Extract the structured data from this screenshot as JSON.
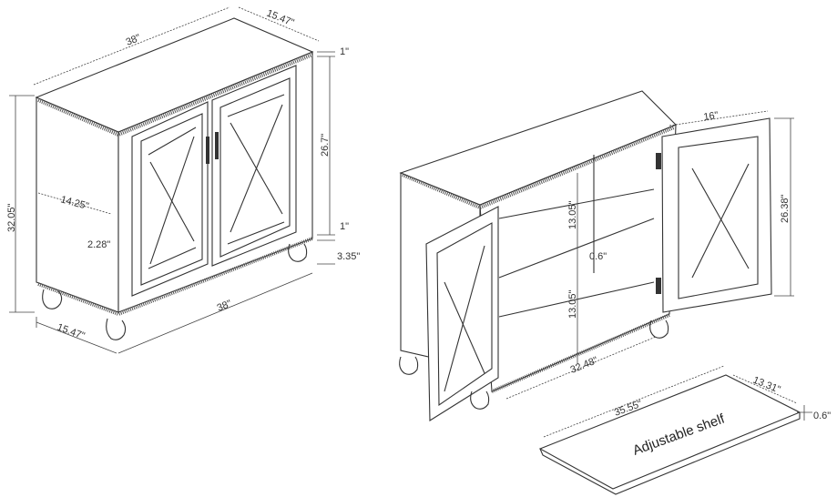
{
  "closed_view": {
    "top_width": "38\"",
    "top_depth": "15.47\"",
    "top_thickness": "1\"",
    "body_height": "26.7\"",
    "overall_height": "32.05\"",
    "inner_depth": "14.25\"",
    "base_thickness": "1\"",
    "side_offset": "2.28\"",
    "leg_height": "3.35\"",
    "base_width": "38\"",
    "base_depth": "15.47\""
  },
  "open_view": {
    "door_width": "16\"",
    "door_height": "26.38\"",
    "upper_compartment": "13.05\"",
    "shelf_thickness_marker": "0.6\"",
    "lower_compartment": "13.05\"",
    "inner_width": "32.48\""
  },
  "shelf": {
    "length": "35.55\"",
    "depth": "13.31\"",
    "thickness": "0.6\"",
    "label": "Adjustable shelf"
  }
}
